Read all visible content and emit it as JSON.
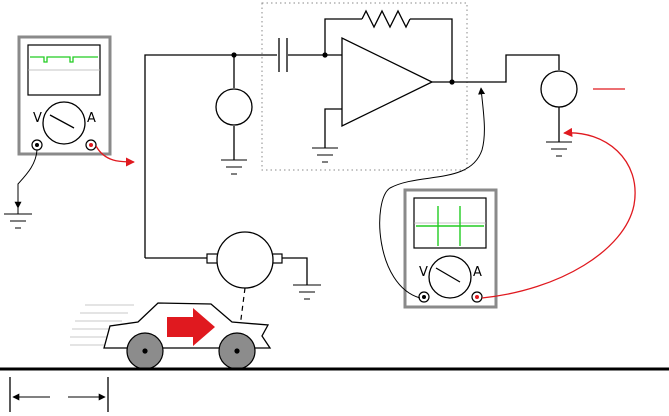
{
  "colors": {
    "probe_red": "#e0191f",
    "trace_green": "#22cc22",
    "meter_frame": "#8a8a8a",
    "wheel_gray": "#8c8c8c",
    "speed_lines": "#c8c8c8",
    "opamp_box_dotted": "#8a8a8a"
  },
  "meters": {
    "left": {
      "label_v": "V",
      "label_a": "A"
    },
    "right": {
      "label_v": "V",
      "label_a": "A"
    }
  },
  "icons": {
    "motion_arrow": "red-right-arrow",
    "probe_lead": "red-curved-arrow",
    "span_marker": "double-headed-arrow"
  }
}
